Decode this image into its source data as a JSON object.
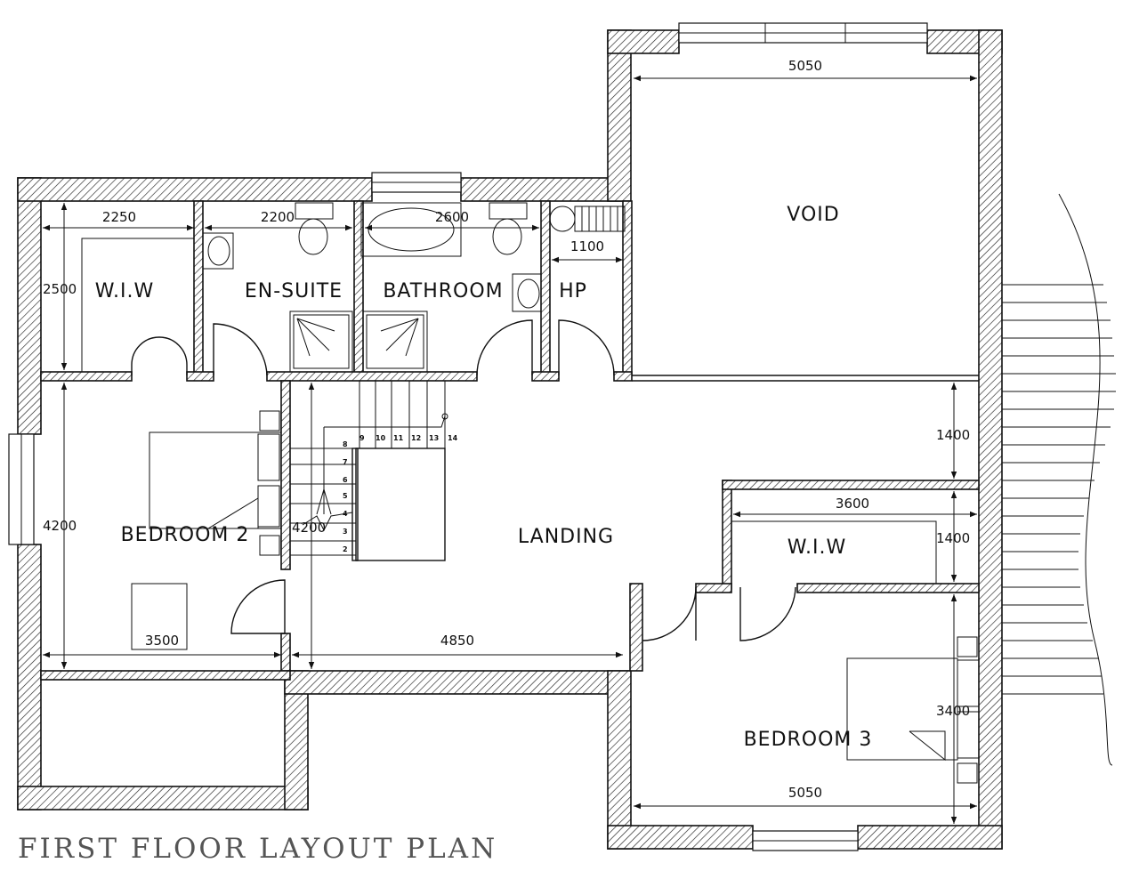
{
  "title": "FIRST FLOOR LAYOUT PLAN",
  "rooms": {
    "wiw_1": "W.I.W",
    "en_suite": "EN-SUITE",
    "bathroom": "BATHROOM",
    "hp": "HP",
    "void": "VOID",
    "bedroom_2": "BEDROOM 2",
    "landing": "LANDING",
    "wiw_2": "W.I.W",
    "bedroom_3": "BEDROOM 3"
  },
  "dimensions": {
    "wiw_width": "2250",
    "wiw_depth": "2500",
    "en_suite_width": "2200",
    "bathroom_width": "2600",
    "hp_width": "1100",
    "void_width": "5050",
    "landing_depth": "1400",
    "wiw2_width": "3600",
    "wiw2_depth": "1400",
    "bedroom2_depth": "4200",
    "stair_length": "4200",
    "bedroom2_width": "3500",
    "landing_width": "4850",
    "bedroom3_depth": "3400",
    "bedroom3_width": "5050"
  },
  "stair_steps": [
    "2",
    "3",
    "4",
    "5",
    "6",
    "7",
    "8",
    "9",
    "10",
    "11",
    "12",
    "13",
    "14"
  ]
}
